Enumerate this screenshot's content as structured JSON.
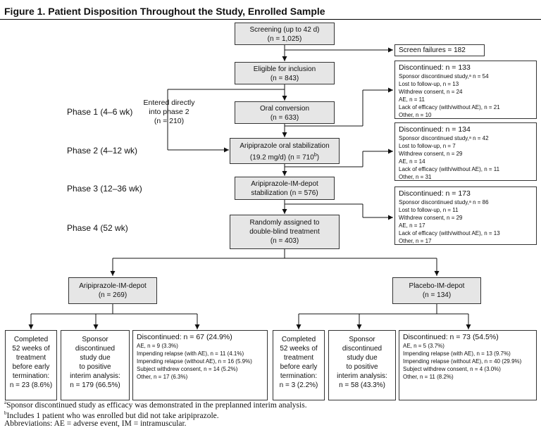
{
  "title": "Figure 1. Patient Disposition Throughout the Study, Enrolled Sample",
  "flow": {
    "screening": [
      "Screening (up to 42 d)",
      "(n = 1,025)"
    ],
    "screen_failures": "Screen failures = 182",
    "eligible": [
      "Eligible for inclusion",
      "(n = 843)"
    ],
    "oral_conversion": [
      "Oral conversion",
      "(n = 633)"
    ],
    "direct": [
      "Entered directly",
      "into phase 2",
      "(n = 210)"
    ],
    "oral_stab_1": "Aripiprazole oral stabilization",
    "oral_stab_2": "(19.2 mg/d) (n = 710",
    "oral_stab_sup": "b",
    "oral_stab_close": ")",
    "im_stab": [
      "Aripiprazole-IM-depot",
      "stabilization (n = 576)"
    ],
    "randomized": [
      "Randomly assigned to",
      "double-blind treatment",
      "(n = 403)"
    ]
  },
  "phases": [
    "Phase 1 (4–6 wk)",
    "Phase 2 (4–12 wk)",
    "Phase 3 (12–36 wk)",
    "Phase 4 (52 wk)"
  ],
  "discontinued_1": {
    "head": "Discontinued: n = 133",
    "items": [
      "Sponsor discontinued study,ᵃ n = 54",
      "Lost to follow-up, n = 13",
      "Withdrew consent, n = 24",
      "AE, n = 11",
      "Lack of efficacy (with/without AE), n = 21",
      "Other, n = 10"
    ]
  },
  "discontinued_2": {
    "head": "Discontinued: n = 134",
    "items": [
      "Sponsor discontinued study,ᵃ n = 42",
      "Lost to follow-up, n = 7",
      "Withdrew consent, n = 29",
      "AE, n = 14",
      "Lack of efficacy (with/without AE), n = 11",
      "Other, n = 31"
    ]
  },
  "discontinued_3": {
    "head": "Discontinued: n = 173",
    "items": [
      "Sponsor discontinued study,ᵃ n = 86",
      "Lost to follow-up, n = 11",
      "Withdrew consent, n = 29",
      "AE, n = 17",
      "Lack of efficacy (with/without AE), n = 13",
      "Other, n = 17"
    ]
  },
  "arms": {
    "active": {
      "label": [
        "Aripiprazole-IM-depot",
        "(n = 269)"
      ],
      "completed": [
        "Completed",
        "52 weeks of",
        "treatment",
        "before early",
        "termination:",
        "n = 23 (8.6%)"
      ],
      "sponsor": [
        "Sponsor",
        "discontinued",
        "study due",
        "to positive",
        "interim analysis:",
        "n = 179 (66.5%)"
      ],
      "disc_head": "Discontinued: n = 67 (24.9%)",
      "disc_items": [
        "AE, n = 9 (3.3%)",
        "Impending relapse (with AE), n = 11 (4.1%)",
        "Impending relapse (without AE), n = 16 (5.9%)",
        "Subject withdrew consent, n = 14 (5.2%)",
        "Other, n = 17 (6.3%)"
      ]
    },
    "placebo": {
      "label": [
        "Placebo-IM-depot",
        "(n = 134)"
      ],
      "completed": [
        "Completed",
        "52 weeks of",
        "treatment",
        "before early",
        "termination:",
        "n = 3 (2.2%)"
      ],
      "sponsor": [
        "Sponsor",
        "discontinued",
        "study due",
        "to positive",
        "interim analysis:",
        "n = 58 (43.3%)"
      ],
      "disc_head": "Discontinued: n = 73 (54.5%)",
      "disc_items": [
        "AE, n = 5 (3.7%)",
        "Impending relapse (with AE), n = 13 (9.7%)",
        "Impending relapse (without AE), n = 40 (29.9%)",
        "Subject withdrew consent, n = 4 (3.0%)",
        "Other, n = 11 (8.2%)"
      ]
    }
  },
  "footnotes": {
    "a_sup": "a",
    "a": "Sponsor discontinued study as efficacy was demonstrated in the preplanned interim analysis.",
    "b_sup": "b",
    "b": "Includes 1 patient who was enrolled but did not take aripiprazole.",
    "abbr": "Abbreviations: AE = adverse event, IM = intramuscular."
  }
}
